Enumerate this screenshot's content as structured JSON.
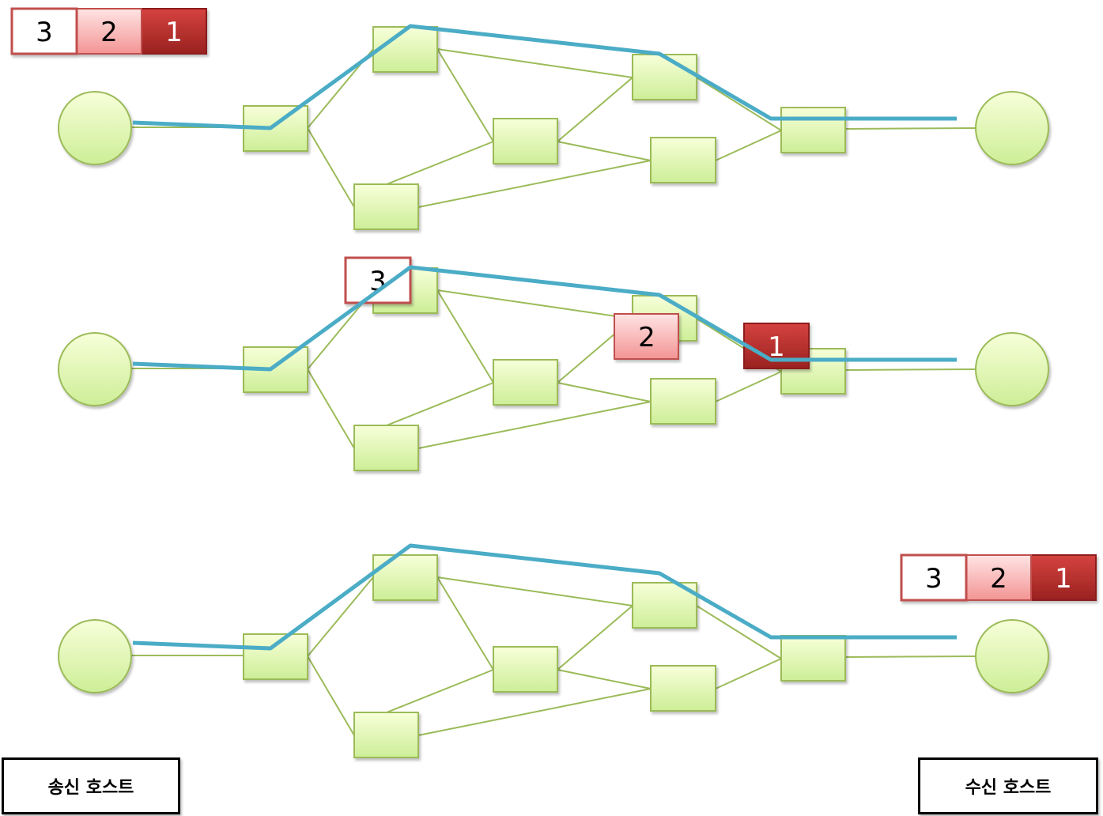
{
  "labels": {
    "sender": "송신 호스트",
    "receiver": "수신 호스트"
  },
  "packet_labels": {
    "p3": "3",
    "p2": "2",
    "p1": "1"
  },
  "colors": {
    "node_fill_top": "#f7ffd9",
    "node_fill_bottom": "#cdee97",
    "node_stroke": "#9bbb59",
    "link": "#9bbb59",
    "path": "#4bacc6",
    "packet_border": "#c0504d",
    "packet3_fill": "#ffffff",
    "packet2_fill_top": "#ffe0e0",
    "packet2_fill_bottom": "#f59a9a",
    "packet1_fill_top": "#d2403d",
    "packet1_fill_bottom": "#9b2220"
  },
  "stages": [
    {
      "name": "stage-1",
      "description_shown": false
    },
    {
      "name": "stage-2",
      "description_shown": false
    },
    {
      "name": "stage-3",
      "description_shown": false
    }
  ]
}
